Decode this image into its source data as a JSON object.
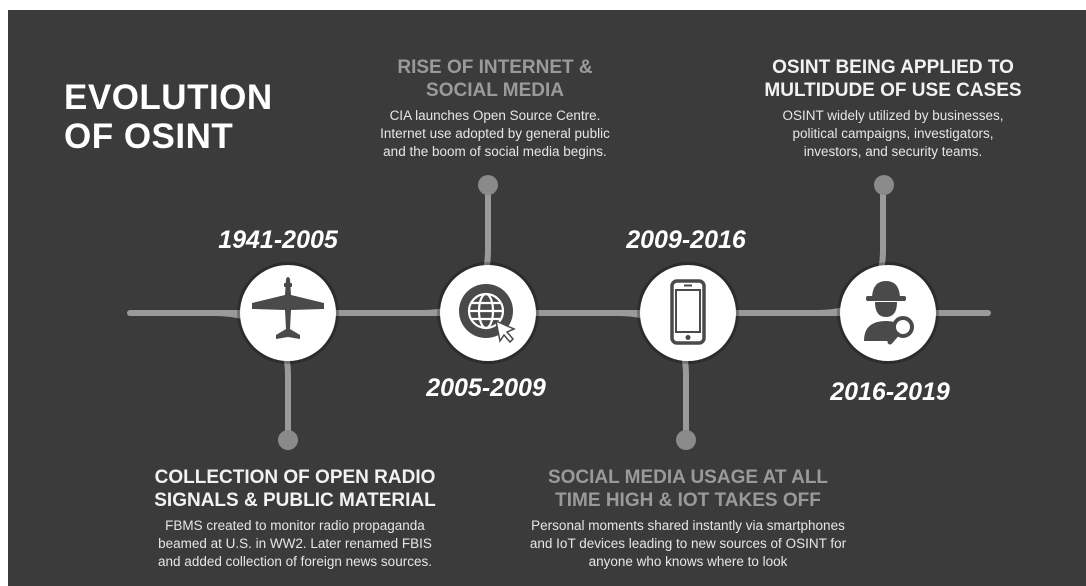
{
  "title": {
    "line1": "EVOLUTION",
    "line2": "OF OSINT"
  },
  "milestones": [
    {
      "year": "1941-2005",
      "icon": "airplane-icon",
      "heading": [
        "COLLECTION OF OPEN RADIO",
        "SIGNALS & PUBLIC MATERIAL"
      ],
      "description": [
        "FBMS created to monitor radio propaganda",
        "beamed at U.S. in WW2. Later renamed FBIS",
        "and added collection of foreign news sources."
      ]
    },
    {
      "year": "2005-2009",
      "icon": "globe-cursor-icon",
      "heading": [
        "RISE OF INTERNET &",
        "SOCIAL MEDIA"
      ],
      "description": [
        "CIA launches Open Source Centre.",
        "Internet use adopted by general public",
        "and the boom of social media begins."
      ]
    },
    {
      "year": "2009-2016",
      "icon": "smartphone-icon",
      "heading": [
        "SOCIAL MEDIA USAGE AT ALL",
        "TIME HIGH & IOT TAKES OFF"
      ],
      "description": [
        "Personal moments shared instantly via smartphones",
        "and IoT devices leading to new sources of OSINT for",
        "anyone who knows where to look"
      ]
    },
    {
      "year": "2016-2019",
      "icon": "detective-magnifier-icon",
      "heading": [
        "OSINT BEING APPLIED TO",
        "MULTIDUDE OF USE CASES"
      ],
      "description": [
        "OSINT widely utilized by businesses,",
        "political campaigns, investigators,",
        "investors, and security teams."
      ]
    }
  ],
  "colors": {
    "background": "#3b3b3b",
    "line": "#9a9a9a",
    "circle": "#ffffff",
    "icon": "#4a4a4a"
  }
}
